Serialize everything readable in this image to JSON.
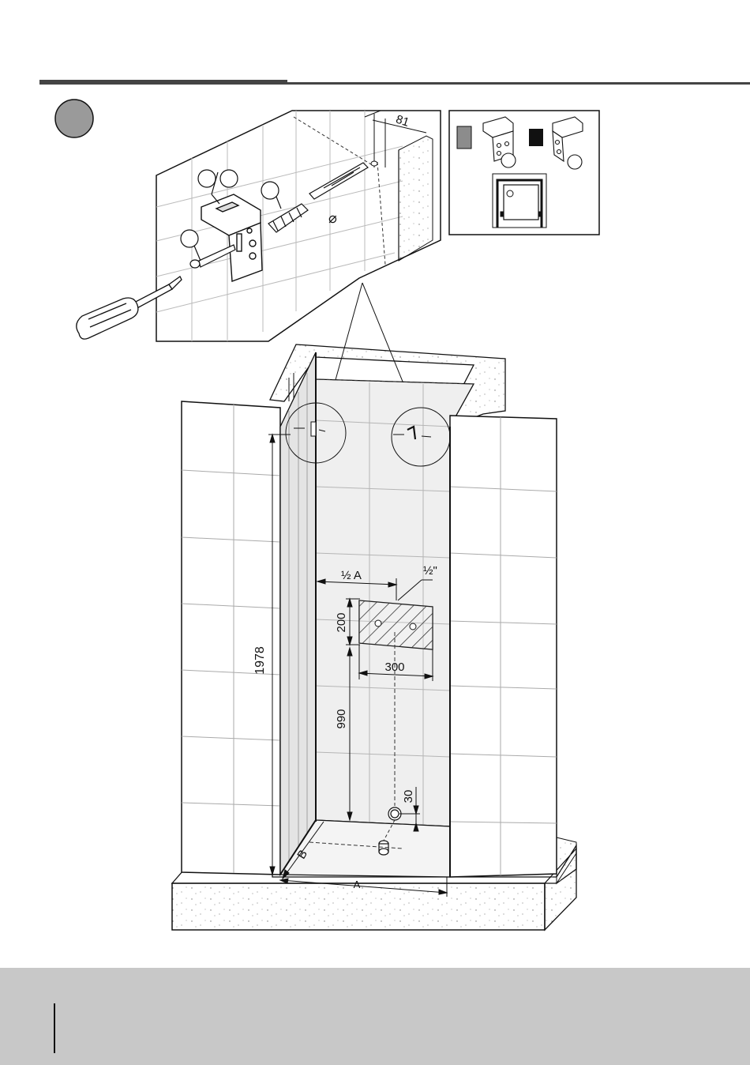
{
  "dimensions": {
    "d81": "81",
    "d1978": "1978",
    "half_a": "½ A",
    "half_inch": "½\"",
    "d200": "200",
    "d300": "300",
    "d990": "990",
    "d30": "30",
    "b": "B",
    "a": "A"
  },
  "colors": {
    "step_badge": "#9a9a9a",
    "legend_grey": "#8c8c8c",
    "legend_black": "#111111",
    "footer": "#c8c8c8",
    "floor_tint": "#ececec"
  }
}
